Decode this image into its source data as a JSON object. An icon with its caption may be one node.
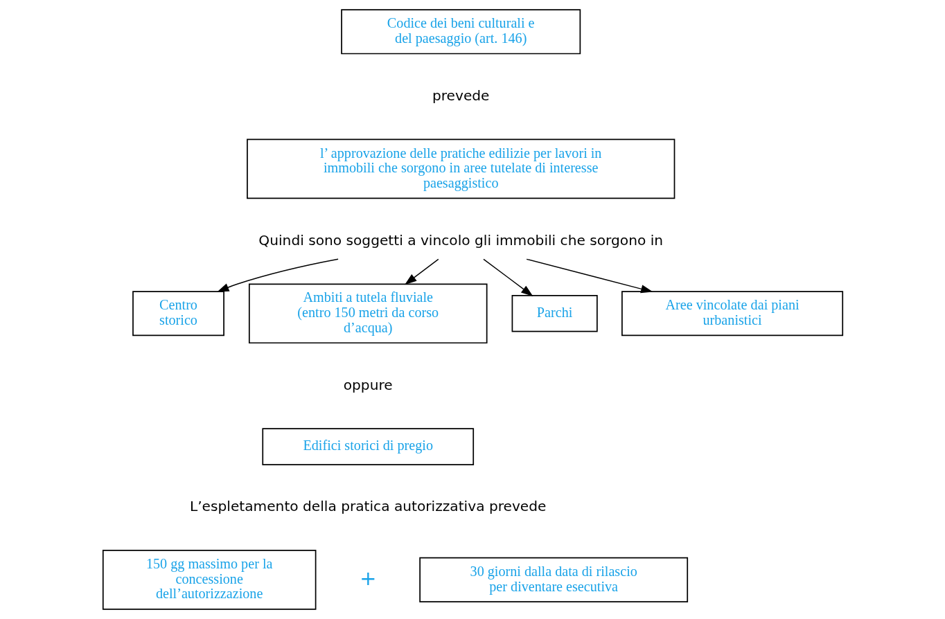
{
  "diagram": {
    "nodes": [
      {
        "text": [
          "Codice dei beni culturali e del paesaggio (art. 146)"
        ]
      },
      {
        "text": [
          "l’ approvazione delle pratiche edilizie per lavori in immobili che sorgono in aree tutelate di interesse paesaggistico"
        ]
      },
      {
        "text": [
          "Quindi sono soggetti a vincolo gli immobili che sorgono in"
        ]
      },
      {
        "text": [
          "Centro storico"
        ]
      },
      {
        "text": [
          "Ambiti a tutela fluviale (entro 150 metri da corso d’acqua)"
        ]
      },
      {
        "text": [
          "Parchi"
        ]
      },
      {
        "text": [
          "Aree vincolate dai piani urbanistici"
        ]
      },
      {
        "text": [
          "Edifici storici di pregio"
        ]
      },
      {
        "text": [
          "150 gg massimo per la concessione dell’autorizzazione"
        ]
      },
      {
        "text": [
          "30 giorni dalla data di rilascio per diventare esecutiva"
        ]
      }
    ],
    "edges": [
      {
        "from": 2,
        "to": 3,
        "arrow": "to"
      },
      {
        "from": 2,
        "to": 4,
        "arrow": "to"
      },
      {
        "from": 2,
        "to": 5,
        "arrow": "to"
      },
      {
        "from": 2,
        "to": 6,
        "arrow": "to"
      }
    ],
    "labels": [
      "prevede",
      "oppure",
      "L’espletamento della pratica autorizzativa prevede",
      "+"
    ]
  }
}
